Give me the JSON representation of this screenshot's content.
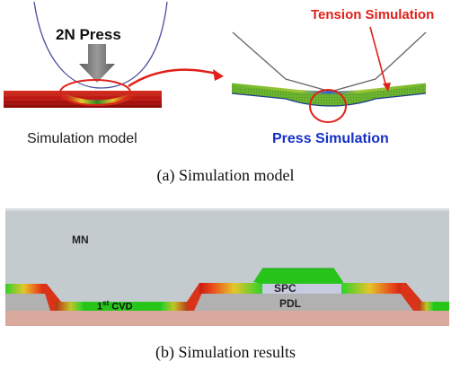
{
  "panel_a": {
    "press_label": "2N Press",
    "model_label": "Simulation model",
    "tension_label": "Tension Simulation",
    "press_sim_label": "Press Simulation",
    "caption": "(a)   Simulation model"
  },
  "panel_b": {
    "layers": {
      "mn": "MN",
      "spc": "SPC",
      "pdl": "PDL",
      "cvd_prefix": "1",
      "cvd_sup": "st",
      "cvd_suffix": " CVD"
    },
    "caption": "(b)   Simulation results"
  },
  "colors": {
    "annotation_red": "#e0201a",
    "press_sim_blue": "#1530c8",
    "mn_gray": "#c4cbcf",
    "pdl_gray": "#b1b1b1",
    "substrate_pink": "#d8a99c",
    "film_green": "#27c41a"
  }
}
